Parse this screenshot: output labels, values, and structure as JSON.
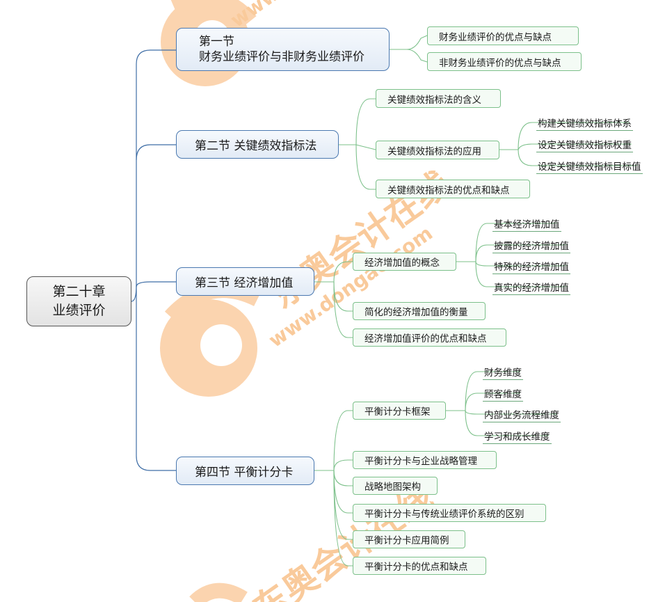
{
  "root": {
    "line1": "第二十章",
    "line2": "业绩评价"
  },
  "sections": [
    {
      "line1": "第一节",
      "line2": "财务业绩评价与非财务业绩评价",
      "children": [
        {
          "label": "财务业绩评价的优点与缺点"
        },
        {
          "label": "非财务业绩评价的优点与缺点"
        }
      ]
    },
    {
      "label": "第二节 关键绩效指标法",
      "children": [
        {
          "label": "关键绩效指标法的含义"
        },
        {
          "label": "关键绩效指标法的应用",
          "children": [
            "构建关键绩效指标体系",
            "设定关键绩效指标权重",
            "设定关键绩效指标目标值"
          ]
        },
        {
          "label": "关键绩效指标法的优点和缺点"
        }
      ]
    },
    {
      "label": "第三节 经济增加值",
      "children": [
        {
          "label": "经济增加值的概念",
          "children": [
            "基本经济增加值",
            "披露的经济增加值",
            "特殊的经济增加值",
            "真实的经济增加值"
          ]
        },
        {
          "label": "简化的经济增加值的衡量"
        },
        {
          "label": "经济增加值评价的优点和缺点"
        }
      ]
    },
    {
      "label": "第四节 平衡计分卡",
      "children": [
        {
          "label": "平衡计分卡框架",
          "children": [
            "财务维度",
            "顾客维度",
            "内部业务流程维度",
            "学习和成长维度"
          ]
        },
        {
          "label": "平衡计分卡与企业战略管理"
        },
        {
          "label": "战略地图架构"
        },
        {
          "label": "平衡计分卡与传统业绩评价系统的区别"
        },
        {
          "label": "平衡计分卡应用简例"
        },
        {
          "label": "平衡计分卡的优点和缺点"
        }
      ]
    }
  ],
  "watermark": {
    "brand": "东奥会计在线",
    "url": "www.dongao.com"
  },
  "colors": {
    "root_border": "#555555",
    "section_border": "#4a78b0",
    "level2_border": "#7cc08a",
    "connector_blue": "#3f6ea6",
    "connector_green": "#7cc08a",
    "watermark_orange": "#f5a04a"
  }
}
